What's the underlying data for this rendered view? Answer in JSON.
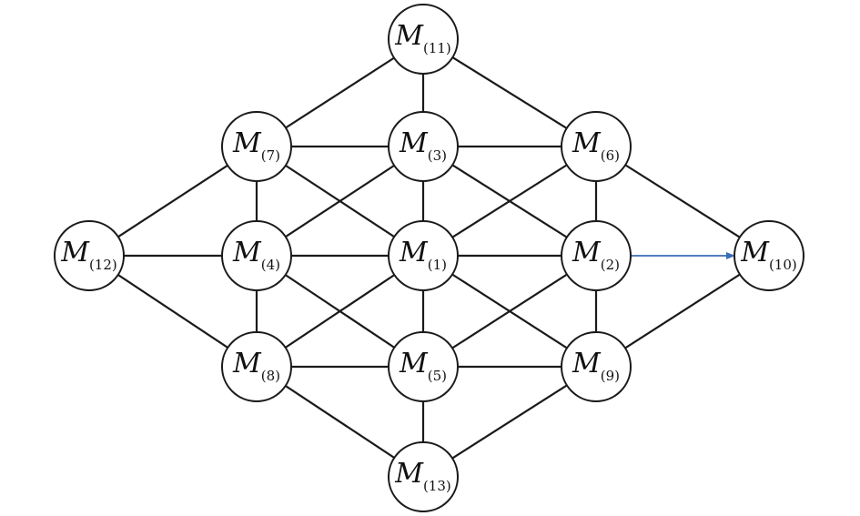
{
  "nodes": [
    {
      "id": "1",
      "label": "M",
      "sub": "(1)"
    },
    {
      "id": "2",
      "label": "M",
      "sub": "(2)"
    },
    {
      "id": "3",
      "label": "M",
      "sub": "(3)"
    },
    {
      "id": "4",
      "label": "M",
      "sub": "(4)"
    },
    {
      "id": "5",
      "label": "M",
      "sub": "(5)"
    },
    {
      "id": "6",
      "label": "M",
      "sub": "(6)"
    },
    {
      "id": "7",
      "label": "M",
      "sub": "(7)"
    },
    {
      "id": "8",
      "label": "M",
      "sub": "(8)"
    },
    {
      "id": "9",
      "label": "M",
      "sub": "(9)"
    },
    {
      "id": "10",
      "label": "M",
      "sub": "(10)"
    },
    {
      "id": "11",
      "label": "M",
      "sub": "(11)"
    },
    {
      "id": "12",
      "label": "M",
      "sub": "(12)"
    },
    {
      "id": "13",
      "label": "M",
      "sub": "(13)"
    }
  ],
  "edges": [
    [
      "11",
      "7"
    ],
    [
      "11",
      "3"
    ],
    [
      "11",
      "6"
    ],
    [
      "7",
      "3"
    ],
    [
      "3",
      "6"
    ],
    [
      "7",
      "12"
    ],
    [
      "7",
      "4"
    ],
    [
      "7",
      "1"
    ],
    [
      "3",
      "4"
    ],
    [
      "3",
      "1"
    ],
    [
      "3",
      "2"
    ],
    [
      "6",
      "1"
    ],
    [
      "6",
      "2"
    ],
    [
      "6",
      "10"
    ],
    [
      "12",
      "4"
    ],
    [
      "4",
      "1"
    ],
    [
      "1",
      "2"
    ],
    [
      "12",
      "8"
    ],
    [
      "4",
      "8"
    ],
    [
      "4",
      "5"
    ],
    [
      "1",
      "8"
    ],
    [
      "1",
      "5"
    ],
    [
      "1",
      "9"
    ],
    [
      "2",
      "5"
    ],
    [
      "2",
      "9"
    ],
    [
      "10",
      "9"
    ],
    [
      "8",
      "5"
    ],
    [
      "5",
      "9"
    ],
    [
      "8",
      "13"
    ],
    [
      "5",
      "13"
    ],
    [
      "9",
      "13"
    ]
  ],
  "arrows": [
    [
      "2",
      "10"
    ]
  ],
  "colors": {
    "edge": "#1a1a1a",
    "arrow": "#3a6db5",
    "node_fill": "#ffffff"
  }
}
